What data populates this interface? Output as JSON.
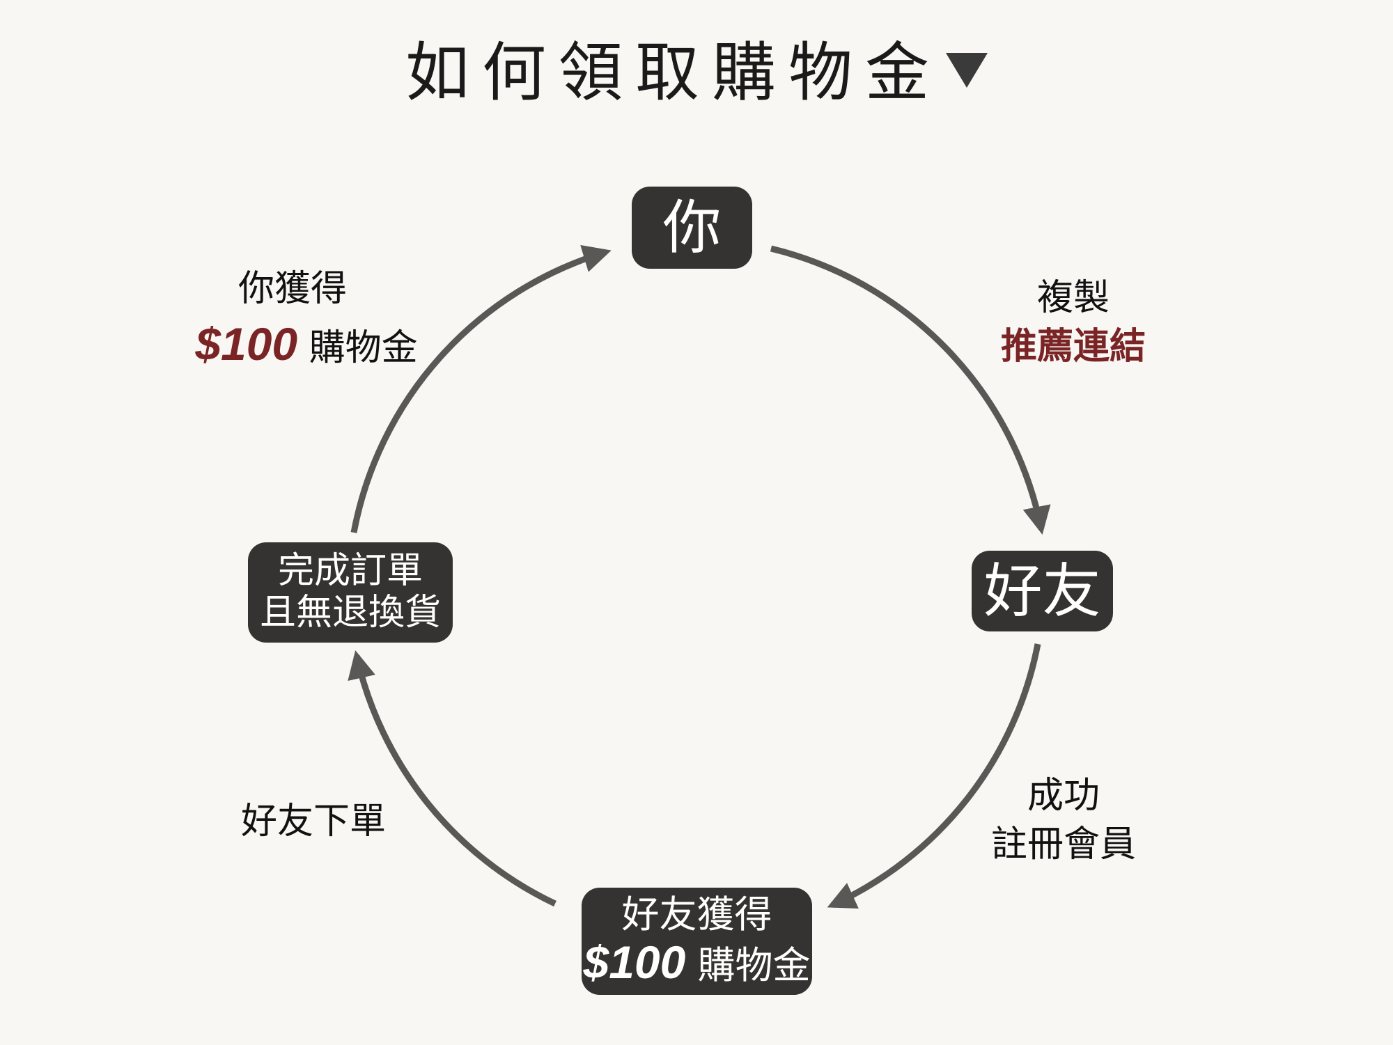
{
  "title": "如何領取購物金",
  "colors": {
    "background": "#f8f7f3",
    "box": "#343331",
    "arrow": "#595857",
    "accent": "#7a2426"
  },
  "nodes": {
    "you": "你",
    "friend": "好友",
    "friend_reward": {
      "line1": "好友獲得",
      "amount": "$100",
      "unit": "購物金"
    },
    "complete": {
      "line1": "完成訂單",
      "line2": "且無退換貨"
    }
  },
  "steps": {
    "copy": {
      "line1": "複製",
      "line2": "推薦連結"
    },
    "register": {
      "line1": "成功",
      "line2": "註冊會員"
    },
    "order": "好友下單",
    "you_reward": {
      "line1": "你獲得",
      "amount": "$100",
      "unit": "購物金"
    }
  }
}
